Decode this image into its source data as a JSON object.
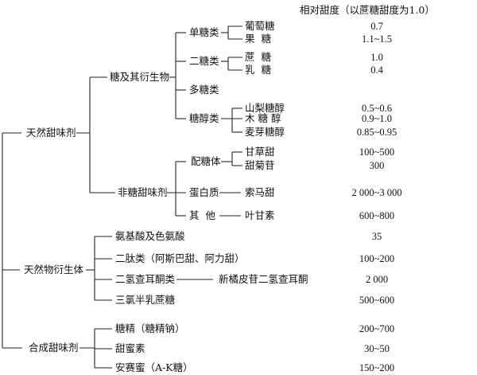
{
  "header": "相对甜度（以蔗糖甜度为1.0）",
  "root_nodes": [
    "天然甜味剂",
    "天然物衍生体",
    "合成甜味剂"
  ],
  "natural": {
    "sugar_group": "糖及其衍生物",
    "mono": {
      "label": "单糖类",
      "items": [
        "葡萄糖",
        "果  糖"
      ],
      "values": [
        "0.7",
        "1.1~1.5"
      ]
    },
    "di": {
      "label": "二糖类",
      "items": [
        "蔗  糖",
        "乳  糖"
      ],
      "values": [
        "1.0",
        "0.4"
      ]
    },
    "poly": {
      "label": "多糖类"
    },
    "alcohol": {
      "label": "糖醇类",
      "items": [
        "山梨糖醇",
        "木 糖 醇",
        "麦芽糖醇"
      ],
      "values": [
        "0.5~0.6",
        "0.9~1.0",
        "0.85~0.95"
      ]
    },
    "nonsugar_group": "非糖甜味剂",
    "glycoside": {
      "label": "配糖体",
      "items": [
        "甘草甜",
        "甜菊苷"
      ],
      "values": [
        "100~500",
        "300"
      ]
    },
    "protein": {
      "label": "蛋白质",
      "item": "索马甜",
      "value": "2 000~3 000"
    },
    "other": {
      "label": "其  他",
      "item": "叶甘素",
      "value": "600~800"
    }
  },
  "derivatives": {
    "items": [
      "氨基酸及色氨酸",
      "二肽类（阿斯巴甜、阿力甜）",
      "二氢查耳酮类",
      "三氯半乳蔗糖"
    ],
    "sub_item": "新橘皮苷二氢查耳酮",
    "values": [
      "35",
      "100~200",
      "2 000",
      "500~600"
    ]
  },
  "synthetic": {
    "items": [
      "糖精（糖精钠）",
      "甜蜜素",
      "安赛蜜（A-K糖）"
    ],
    "values": [
      "200~700",
      "30~50",
      "150~200"
    ]
  }
}
